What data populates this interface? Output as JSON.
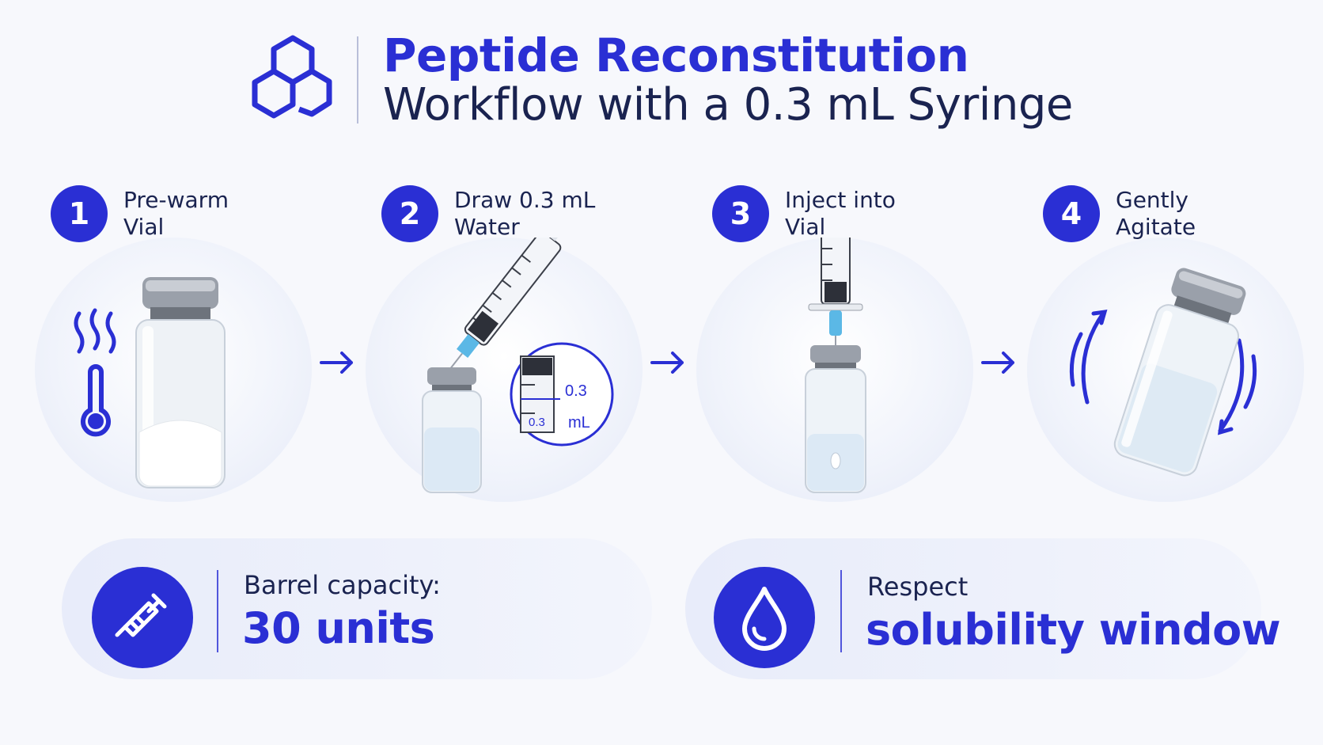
{
  "title": {
    "line1": "Peptide Reconstitution",
    "line2": "Workflow with a 0.3 mL Syringe",
    "logo_icon": "hexagon-cluster-icon"
  },
  "steps": [
    {
      "number": "1",
      "label": "Pre-warm\nVial",
      "icons": [
        "heat-waves-icon",
        "thermometer-icon",
        "vial-powder-image"
      ]
    },
    {
      "number": "2",
      "label": "Draw 0.3 mL\nWater",
      "icons": [
        "syringe-drawing-image",
        "vial-water-image",
        "magnifier-callout"
      ],
      "callout": {
        "value": "0.3",
        "value2": "0.3",
        "unit": "mL"
      }
    },
    {
      "number": "3",
      "label": "Inject into\nVial",
      "icons": [
        "syringe-injecting-image",
        "vial-water-image"
      ]
    },
    {
      "number": "4",
      "label": "Gently\nAgitate",
      "icons": [
        "rotate-arrows-icon",
        "vial-tilted-image"
      ]
    }
  ],
  "flow_arrow_icon": "arrow-right-icon",
  "info_cards": [
    {
      "icon": "syringe-icon",
      "caption": "Barrel capacity:",
      "value": "30 units"
    },
    {
      "icon": "water-drop-icon",
      "caption": "Respect",
      "value": "solubility window"
    }
  ],
  "colors": {
    "accent": "#2a2fd4",
    "text": "#1a2350",
    "background": "#f7f8fc"
  }
}
